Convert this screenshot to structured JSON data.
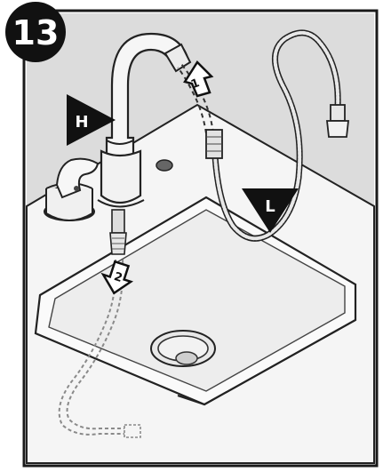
{
  "step_number": "13",
  "callouts": {
    "faucet_label": "H",
    "hose_label": "L"
  },
  "arrows": {
    "step_one": "1",
    "step_two": "2"
  },
  "colors": {
    "frame": "#1a1a1a",
    "background": "#d9d9d9",
    "sink": "#f4f4f4",
    "outline": "#222222",
    "dashed": "#8a8a8a"
  }
}
